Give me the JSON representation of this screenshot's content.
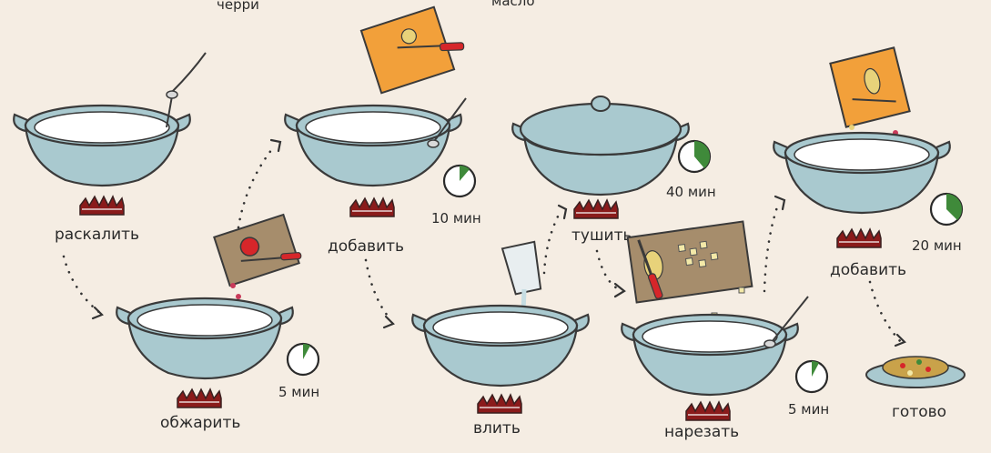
{
  "top_labels": [
    "черри",
    "масло"
  ],
  "steps": [
    {
      "label": "раскалить"
    },
    {
      "label": "обжарить",
      "time": "5 мин"
    },
    {
      "label": "добавить",
      "time": "10 мин"
    },
    {
      "label": "влить"
    },
    {
      "label": "тушить",
      "time": "40 мин"
    },
    {
      "label": "нарезать",
      "time": "5 мин"
    },
    {
      "label": "добавить",
      "time": "20 мин"
    },
    {
      "label": "готово"
    }
  ],
  "colors": {
    "background": "#f5ede3",
    "bowl": "#a9c9cf",
    "bowl_inner": "#ffffff",
    "orange_board": "#f2a03a",
    "wood_board": "#a68d6c",
    "knife_handle": "#d6262a",
    "flame": "#8a1b1b",
    "timer_fill": "#3f8a3a"
  }
}
